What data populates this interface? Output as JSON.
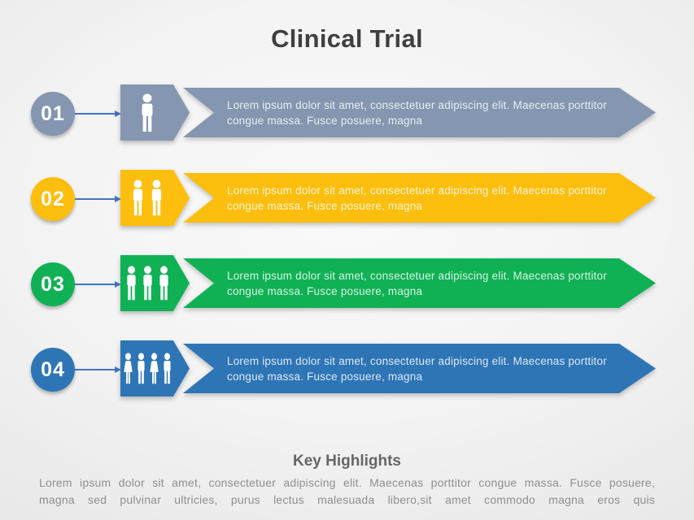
{
  "title": "Clinical Trial",
  "colors": {
    "connector": "#4472C4",
    "title_text": "#3F3F3F",
    "footer_heading_text": "#666666",
    "footer_body_text": "#8F8F8F"
  },
  "rows": [
    {
      "number": "01",
      "color": "#8496B0",
      "icon": "one-person-icon",
      "text": "Lorem ipsum dolor sit amet, consectetuer adipiscing elit. Maecenas porttitor congue massa. Fusce posuere, magna"
    },
    {
      "number": "02",
      "color": "#FDBE0D",
      "icon": "two-people-icon",
      "text": "Lorem ipsum dolor sit amet, consectetuer adipiscing elit. Maecenas porttitor congue massa. Fusce posuere, magna"
    },
    {
      "number": "03",
      "color": "#10B155",
      "icon": "three-people-icon",
      "text": "Lorem ipsum dolor sit amet, consectetuer adipiscing elit. Maecenas porttitor congue massa. Fusce posuere, magna"
    },
    {
      "number": "04",
      "color": "#2E75B6",
      "icon": "four-people-icon",
      "text": "Lorem ipsum dolor sit amet, consectetuer adipiscing elit. Maecenas porttitor congue massa. Fusce posuere, magna"
    }
  ],
  "footer": {
    "heading": "Key Highlights",
    "body": "Lorem ipsum dolor sit amet, consectetuer adipiscing elit. Maecenas porttitor congue massa. Fusce posuere, magna sed pulvinar ultricies, purus lectus malesuada libero,sit amet commodo magna eros quis"
  }
}
